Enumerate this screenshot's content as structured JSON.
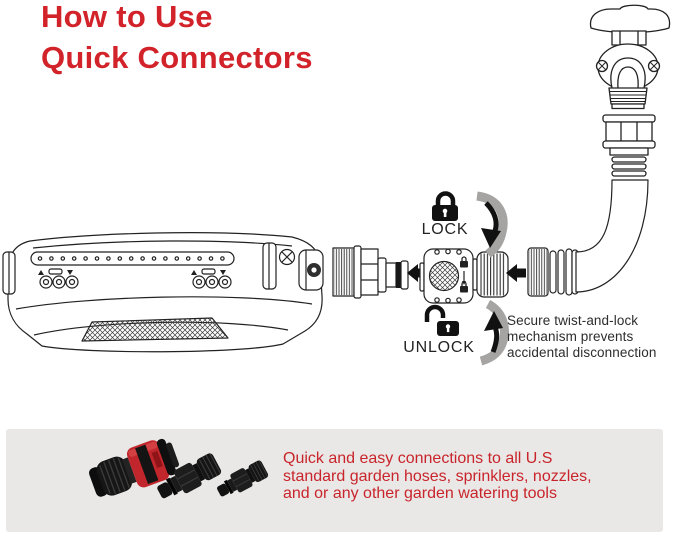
{
  "colors": {
    "accent_red": "#d2232a",
    "footer_text_red": "#c9242b",
    "band_gray": "#e9e8e6",
    "line_ink": "#222222",
    "rotation_arrow_gray": "#a5a4a2",
    "product_red": "#c0262c"
  },
  "header": {
    "title_line1": "How to Use",
    "title_line2": "Quick Connectors"
  },
  "diagram": {
    "lock_label": "LOCK",
    "unlock_label": "UNLOCK",
    "caption_lines": [
      "Secure twist-and-lock",
      "mechanism prevents",
      "accidental disconnection"
    ],
    "illustrations": [
      "oscillating-sprinkler",
      "male-quick-connect-adapter",
      "female-quick-connector-with-collar",
      "corrugated-garden-hose",
      "outdoor-faucet"
    ],
    "icons": {
      "lock": "padlock-closed-icon",
      "unlock": "padlock-open-icon",
      "rotate_lock": "curved-arrow-clockwise-icon",
      "rotate_unlock": "curved-arrow-counterclockwise-icon",
      "flow_direction": "arrow-left-icon"
    }
  },
  "footer": {
    "text_lines": [
      "Quick and easy connections to all U.S",
      "standard garden hoses, sprinklers, nozzles,",
      "and or any other garden watering tools"
    ],
    "products": [
      "female-quick-connector-product-photo",
      "male-adapter-product-photo",
      "small-male-adapter-product-photo"
    ]
  }
}
